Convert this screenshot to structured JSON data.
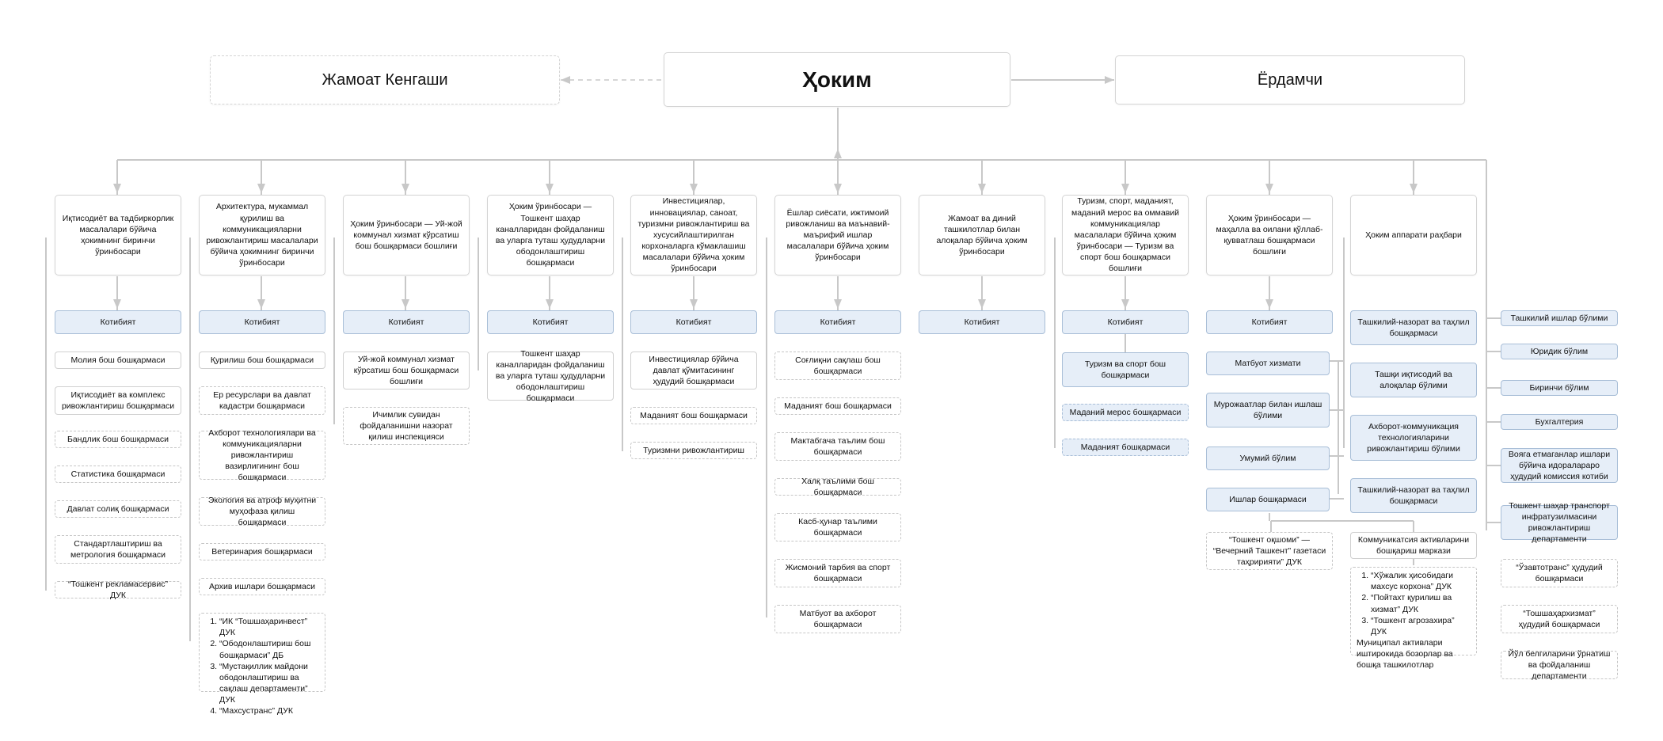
{
  "header": {
    "hokim": "Ҳоким",
    "council": "Жамоат Кенгаши",
    "assistant": "Ёрдамчи"
  },
  "columns": [
    {
      "head": "Иқтисодиёт ва тадбиркорлик масалалари бўйича ҳокимнинг биринчи ўринбосари",
      "secretariat": "Котибият",
      "items": [
        "Молия бош бошқармаси",
        "Иқтисодиёт ва комплекс ривожлантириш бошқармаси",
        "Бандлик бош бошқармаси",
        "Статистика бошқармаси",
        "Давлат солиқ бошқармаси",
        "Стандартлаштириш ва метрология бошқармаси",
        "“Тошкент рекламасервис” ДУК"
      ]
    },
    {
      "head": "Архитектура, мукаммал қурилиш ва коммуникацияларни ривожлантириш масалалари бўйича ҳокимнинг биринчи ўринбосари",
      "secretariat": "Котибият",
      "items": [
        "Қурилиш бош бошқармаси",
        "Ер ресурслари ва давлат кадастри бошқармаси",
        "Ахборот технологиялари ва коммуникацияларни ривожлантириш вазирлигининг бош бошқармаси",
        "Экология ва атроф муҳитни муҳофаза қилиш бошқармаси",
        "Ветеринария бошқармаси",
        "Архив ишлари бошқармаси"
      ],
      "list": [
        "“ИК “Тошшаҳаринвест” ДУК",
        "“Ободонлаштириш бош бошқармаси” ДБ",
        "“Мустақиллик майдони ободонлаштириш ва сақлаш департаменти” ДУК",
        "“Махсустранс” ДУК"
      ]
    },
    {
      "head": "Ҳоким ўринбосари — Уй-жой коммунал хизмат кўрсатиш бош бошқармаси бошлиғи",
      "secretariat": "Котибият",
      "items": [
        "Уй-жой коммунал хизмат кўрсатиш бош бошқармаси бошлиғи",
        "Ичимлик сувидан фойдаланишни назорат қилиш инспекцияси"
      ]
    },
    {
      "head": "Ҳоким ўринбосари — Тошкент шаҳар каналларидан фойдаланиш ва уларга туташ ҳудудларни ободонлаштириш бошқармаси",
      "secretariat": "Котибият",
      "items": [
        "Тошкент шаҳар каналларидан фойдаланиш ва уларга туташ ҳудудларни ободонлаштириш бошқармаси"
      ]
    },
    {
      "head": "Инвестициялар, инновациялар, саноат, туризмни ривожлантириш ва хусусийлаштирилган корхоналарга кўмаклашиш масалалари бўйича ҳоким ўринбосари",
      "secretariat": "Котибият",
      "items": [
        "Инвестициялар бўйича давлат қўмитасининг ҳудудий бошқармаси",
        "Маданият бош бошқармаси",
        "Туризмни ривожлантириш"
      ]
    },
    {
      "head": "Ёшлар сиёсати, ижтимоий ривожланиш ва маънавий-маърифий ишлар масалалари бўйича ҳоким ўринбосари",
      "secretariat": "Котибият",
      "items": [
        "Соғлиқни сақлаш бош бошқармаси",
        "Маданият бош бошқармаси",
        "Мактабгача таълим бош бошқармаси",
        "Халқ таълими бош бошқармаси",
        "Касб-ҳунар таълими бошқармаси",
        "Жисмоний тарбия ва спорт бошқармаси",
        "Матбуот ва ахборот бошқармаси"
      ]
    },
    {
      "head": "Жамоат ва диний ташкилотлар билан алоқалар бўйича ҳоким ўринбосари",
      "secretariat": "Котибият",
      "items": []
    },
    {
      "head": "Туризм, спорт, маданият, маданий мерос ва оммавий коммуникациялар масалалари бўйича ҳоким ўринбосари — Туризм ва спорт бош бошқармаси бошлиғи",
      "secretariat": "Котибият",
      "items": [
        "Туризм ва спорт бош бошқармаси",
        "Маданий мерос бошқармаси",
        "Маданият бошқармаси"
      ]
    },
    {
      "head": "Ҳоким ўринбосари — маҳалла ва оилани қўллаб-қувватлаш бошқармаси бошлиғи",
      "secretariat": "Котибият",
      "items": [
        "Матбуот хизмати",
        "Мурожаатлар билан ишлаш бўлими",
        "Умумий бўлим",
        "Ишлар бошқармаси",
        "“Тошкент оқшоми” — “Вечерний Ташкент” газетаси таҳририяти” ДУК"
      ]
    },
    {
      "head": "Ҳоким аппарати раҳбари",
      "items": [
        "Ташкилий-назорат ва таҳлил бошқармаси",
        "Ташқи иқтисодий ва алоқалар бўлими",
        "Ахборот-коммуникация технологияларини ривожлантириш бўлими",
        "Ташкилий-назорат ва таҳлил бошқармаси",
        "Коммуникатсия активларини бошқариш маркази"
      ],
      "list": [
        "“Хўжалик ҳисобидаги махсус корхона” ДУК",
        "“Пойтахт қурилиш ва хизмат” ДУК",
        "“Тошкент агрозахира” ДУК"
      ],
      "list_note": "Муниципал активлари иштирокида бозорлар ва бошқа ташкилотлар"
    }
  ],
  "right_column": [
    "Ташкилий ишлар бўлими",
    "Юридик бўлим",
    "Биринчи бўлим",
    "Бухгалтерия",
    "Вояга етмаганлар ишлари бўйича идораларaро ҳудудий комиссия котиби",
    "Тошкент шаҳар транспорт инфратузилмасини ривожлантириш департаменти",
    "“Ўзавтотранс” ҳудудий бошқармаси",
    "“Тошшаҳархизмат” ҳудудий бошқармаси",
    "Йўл белгиларини ўрнатиш ва фойдаланиш департаменти"
  ],
  "colors": {
    "line": "#c8c8c8",
    "blue_fill": "#e6eef8",
    "blue_border": "#a8bed7"
  }
}
